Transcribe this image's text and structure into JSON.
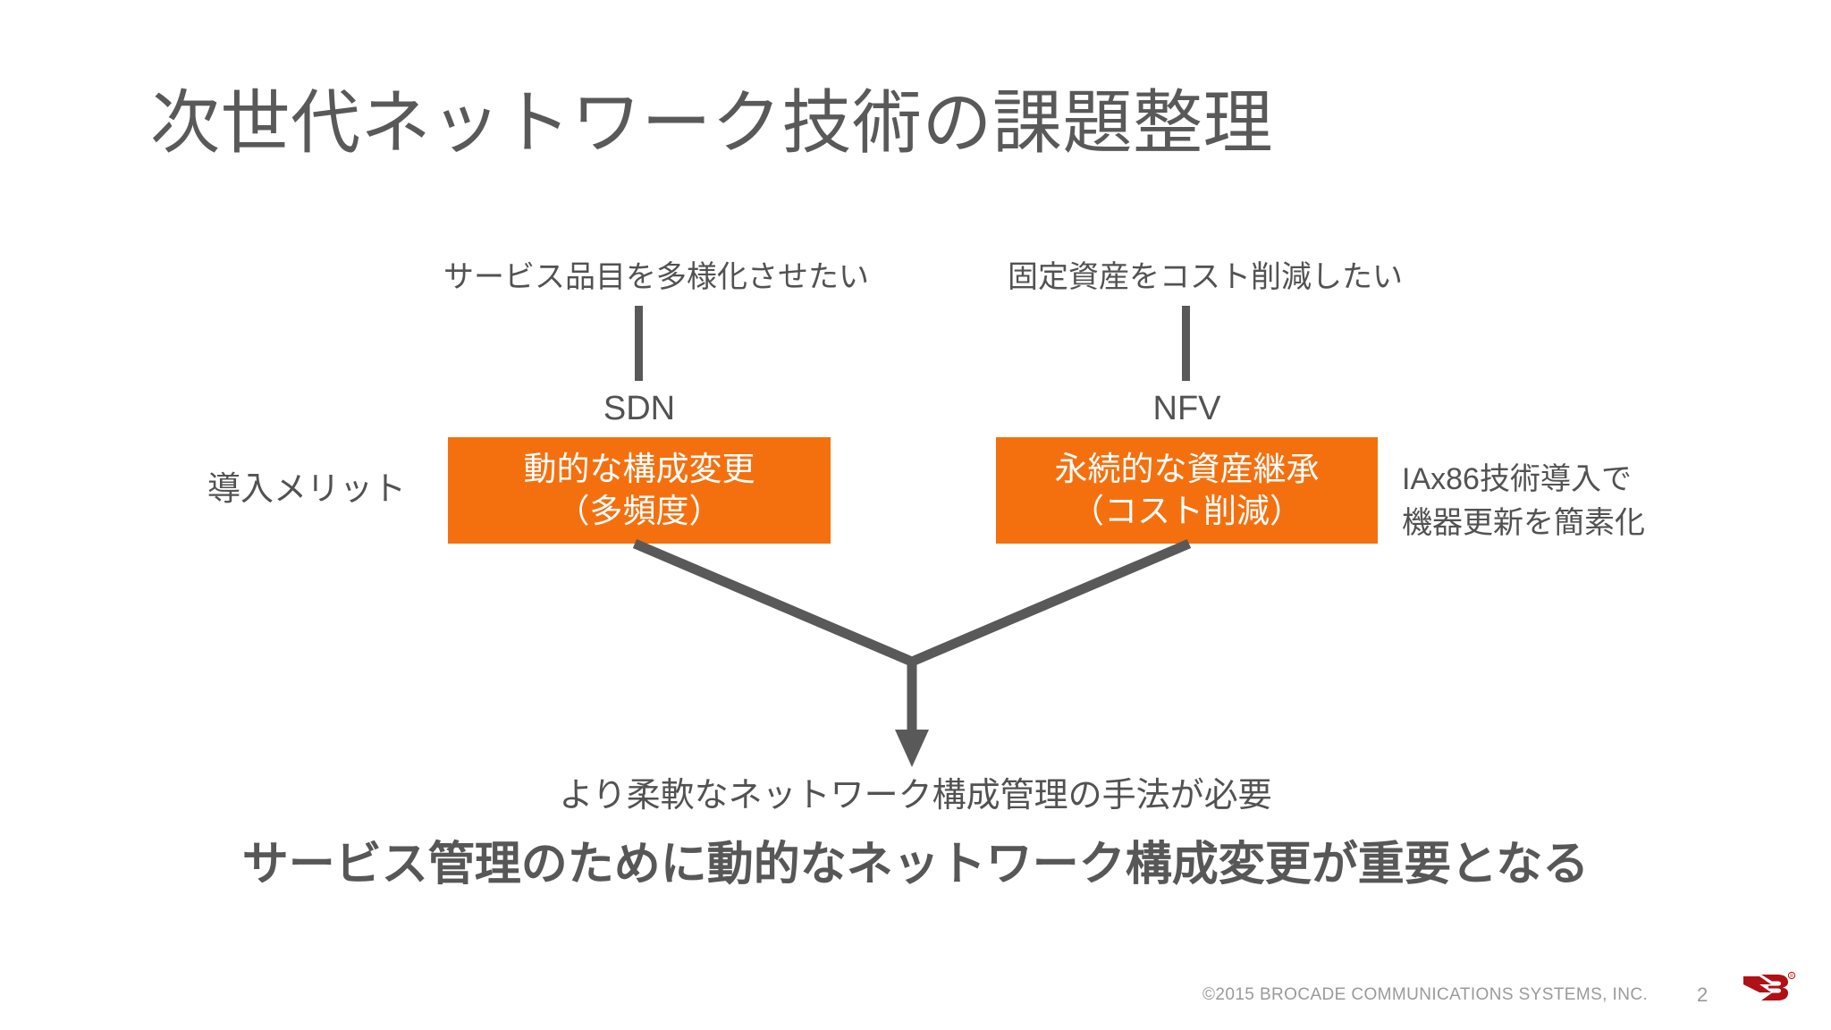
{
  "slide": {
    "title": "次世代ネットワーク技術の課題整理",
    "background_color": "#FFFFFF",
    "accent_color": "#F4700F",
    "text_color": "#525252",
    "title_color": "#595959",
    "arrow_color": "#595959"
  },
  "drivers": [
    {
      "label": "サービス品目を多様化させたい"
    },
    {
      "label": "固定資産をコスト削減したい"
    }
  ],
  "technologies": [
    {
      "name": "SDN"
    },
    {
      "name": "NFV"
    }
  ],
  "merits": {
    "axis_label": "導入メリット",
    "boxes": [
      {
        "line1": "動的な構成変更",
        "line2": "（多頻度）"
      },
      {
        "line1": "永続的な資産継承",
        "line2": "（コスト削減）"
      }
    ]
  },
  "note": {
    "line1": "IAx86技術導入で",
    "line2": "機器更新を簡素化"
  },
  "conclusion": {
    "sub": "より柔軟なネットワーク構成管理の手法が必要",
    "main": "サービス管理のために動的なネットワーク構成変更が重要となる"
  },
  "footer": {
    "copyright": "©2015 BROCADE COMMUNICATIONS SYSTEMS, INC.",
    "page_number": "2",
    "logo_color": "#B01116"
  }
}
